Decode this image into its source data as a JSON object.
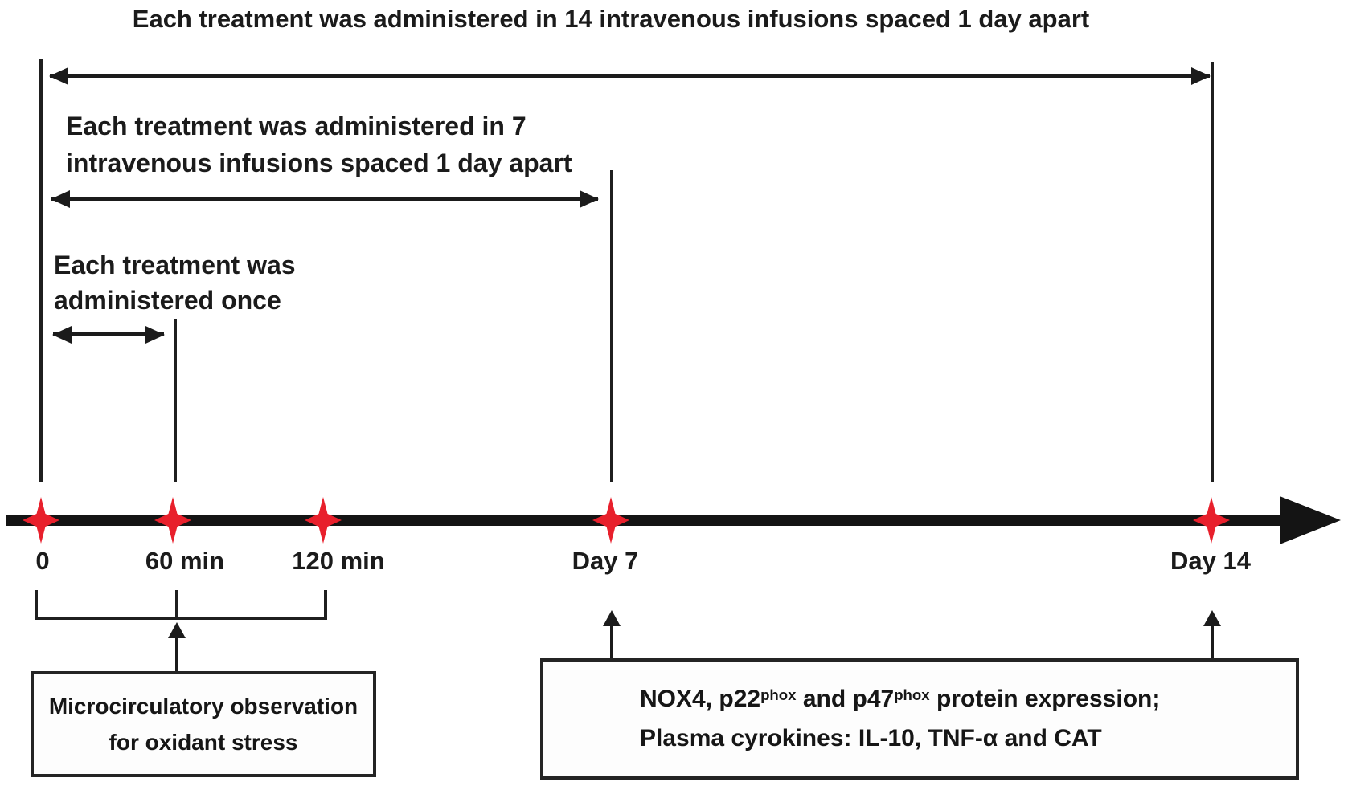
{
  "colors": {
    "marker_red": "#e8202c",
    "ink_black": "#1b1b1b"
  },
  "annotations": {
    "span14": "Each treatment was administered in 14 intravenous infusions spaced 1 day apart",
    "span7": {
      "line1": "Each treatment was administered in 7",
      "line2": "intravenous infusions spaced 1 day apart"
    },
    "once": {
      "line1": "Each treatment was",
      "line2": "administered once"
    }
  },
  "timeline": {
    "ticks": [
      {
        "label": "0"
      },
      {
        "label": "60 min"
      },
      {
        "label": "120 min"
      },
      {
        "label": "Day 7"
      },
      {
        "label": "Day 14"
      }
    ],
    "marker_icon": "four-point-star"
  },
  "callouts": {
    "microcirculation": {
      "line1": "Microcirculatory observation",
      "line2": "for oxidant stress"
    },
    "biomarkers": {
      "l1a": "NOX4, p22",
      "l1sup1": "phox",
      "l1b": " and p47",
      "l1sup2": "phox",
      "l1c": " protein expression;",
      "line2": "Plasma cyrokines: IL-10, TNF-α and CAT"
    }
  }
}
